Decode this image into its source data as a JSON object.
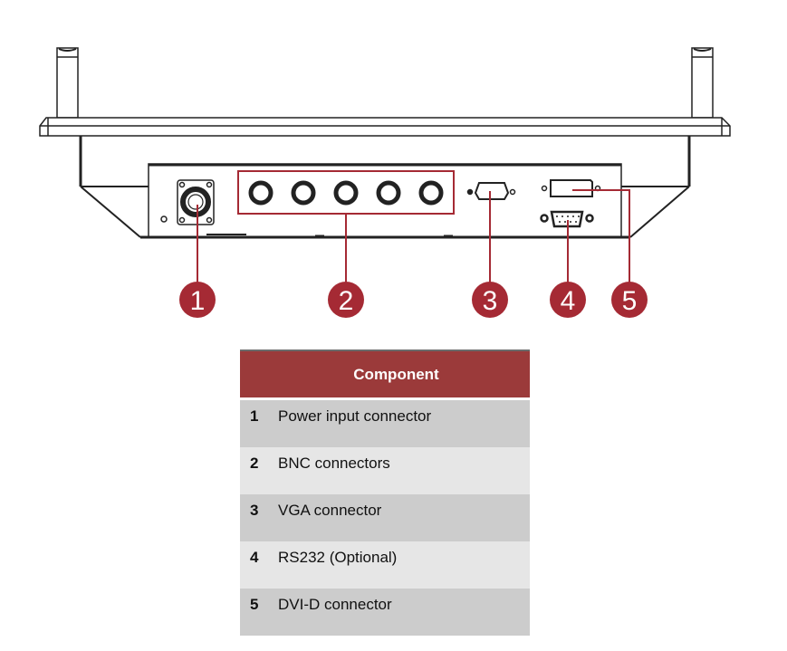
{
  "diagram": {
    "title": "Rear panel I/O connectors",
    "accent_color": "#a52a34",
    "callouts": [
      {
        "id": "1",
        "label": "1"
      },
      {
        "id": "2",
        "label": "2"
      },
      {
        "id": "3",
        "label": "3"
      },
      {
        "id": "4",
        "label": "4"
      },
      {
        "id": "5",
        "label": "5"
      }
    ]
  },
  "table": {
    "header": "Component",
    "header_color": "#9b3a3a",
    "rows": [
      {
        "num": "1",
        "desc": "Power input connector"
      },
      {
        "num": "2",
        "desc": "BNC connectors"
      },
      {
        "num": "3",
        "desc": "VGA connector"
      },
      {
        "num": "4",
        "desc": "RS232 (Optional)"
      },
      {
        "num": "5",
        "desc": "DVI-D connector"
      }
    ]
  }
}
